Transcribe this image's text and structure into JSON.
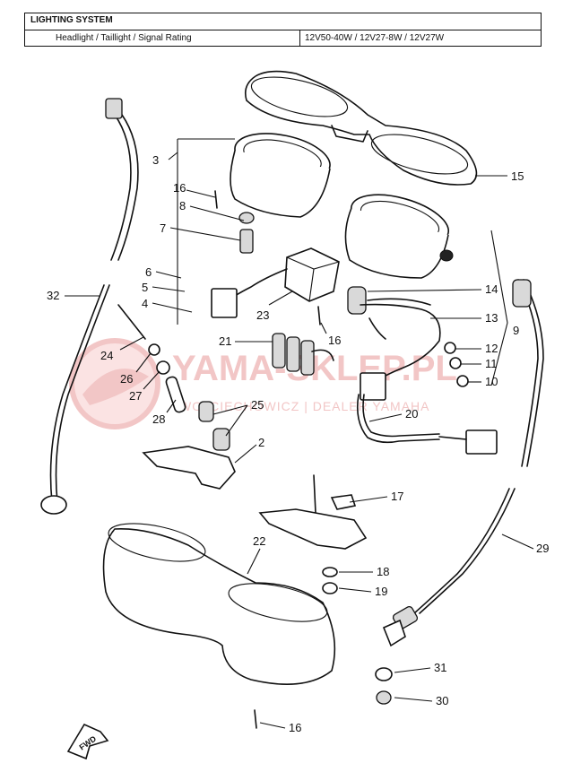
{
  "spec_table": {
    "title": "LIGHTING SYSTEM",
    "label": "Headlight / Taillight / Signal Rating",
    "value": "12V50-40W / 12V27-8W / 12V27W"
  },
  "watermark": {
    "main": "YAMA-SKLEP.PL",
    "sub": "WOJCIECHOWICZ | DEALER YAMAHA"
  },
  "fwd_label": "FWD",
  "callouts": [
    {
      "id": "c1",
      "text": "15"
    },
    {
      "id": "c2",
      "text": "3"
    },
    {
      "id": "c3",
      "text": "16"
    },
    {
      "id": "c4",
      "text": "8"
    },
    {
      "id": "c5",
      "text": "7"
    },
    {
      "id": "c6",
      "text": "6"
    },
    {
      "id": "c7",
      "text": "5"
    },
    {
      "id": "c8",
      "text": "4"
    },
    {
      "id": "c9",
      "text": "32"
    },
    {
      "id": "c10",
      "text": "23"
    },
    {
      "id": "c11",
      "text": "14"
    },
    {
      "id": "c12",
      "text": "13"
    },
    {
      "id": "c13",
      "text": "9"
    },
    {
      "id": "c14",
      "text": "16"
    },
    {
      "id": "c15",
      "text": "21"
    },
    {
      "id": "c16",
      "text": "12"
    },
    {
      "id": "c17",
      "text": "11"
    },
    {
      "id": "c18",
      "text": "10"
    },
    {
      "id": "c19",
      "text": "24"
    },
    {
      "id": "c20",
      "text": "26"
    },
    {
      "id": "c21",
      "text": "27"
    },
    {
      "id": "c22",
      "text": "25"
    },
    {
      "id": "c23",
      "text": "28"
    },
    {
      "id": "c24",
      "text": "20"
    },
    {
      "id": "c25",
      "text": "2"
    },
    {
      "id": "c26",
      "text": "17"
    },
    {
      "id": "c27",
      "text": "22"
    },
    {
      "id": "c28",
      "text": "18"
    },
    {
      "id": "c29",
      "text": "19"
    },
    {
      "id": "c30",
      "text": "29"
    },
    {
      "id": "c31",
      "text": "31"
    },
    {
      "id": "c32",
      "text": "30"
    },
    {
      "id": "c33",
      "text": "16"
    }
  ]
}
